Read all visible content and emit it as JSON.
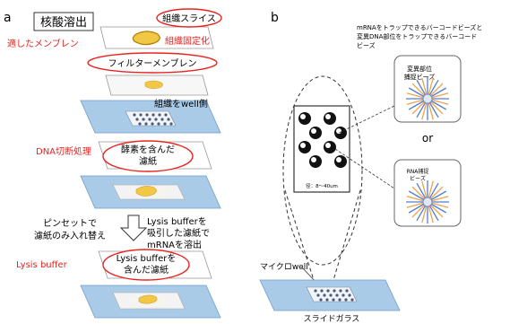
{
  "panel_a": {
    "letter": "a",
    "title": "核酸溶出",
    "label_tissue_slice": "組織スライス",
    "label_fixation": "組織固定化",
    "label_suitable_membrane": "適したメンブレン",
    "label_filter_membrane": "フィルターメンブレン",
    "label_tissue_to_well": "組織をwell側",
    "label_dna_cut": "DNA切断処理",
    "label_enzyme_paper_1": "酵素を含んだ",
    "label_enzyme_paper_2": "濾紙",
    "label_tweezers_1": "ピンセットで",
    "label_tweezers_2": "濾紙のみ入れ替え",
    "label_lysis_absorb_1": "Lysis bufferを",
    "label_lysis_absorb_2": "吸引した濾紙で",
    "label_lysis_absorb_3": "mRNAを溶出",
    "label_lysis_buffer": "Lysis buffer",
    "label_lysis_paper_1": "Lysis bufferを",
    "label_lysis_paper_2": "含んだ濾紙"
  },
  "panel_b": {
    "letter": "b",
    "note_1": "mRNAをトラップできるバーコードビーズと",
    "note_2": "変異DNA部位をトラップできるバーコード",
    "note_3": "ビーズ",
    "mutation_bead_1": "変異部位",
    "mutation_bead_2": "捕捉ビーズ",
    "or_label": "or",
    "rna_bead_1": "RNA捕捉",
    "rna_bead_2": "ビーズ",
    "diameter_label": "径：8〜40um",
    "microwell_label": "マイクロwell",
    "slide_glass_label": "スライドガラス"
  },
  "colors": {
    "accent_red": "#e8241f",
    "slide_blue": "#a9cbe8",
    "tissue_yellow": "#f2c744",
    "tissue_dark": "#d89a10",
    "bead_orange": "#f0a24a",
    "bead_blue": "#4f7fd6"
  }
}
